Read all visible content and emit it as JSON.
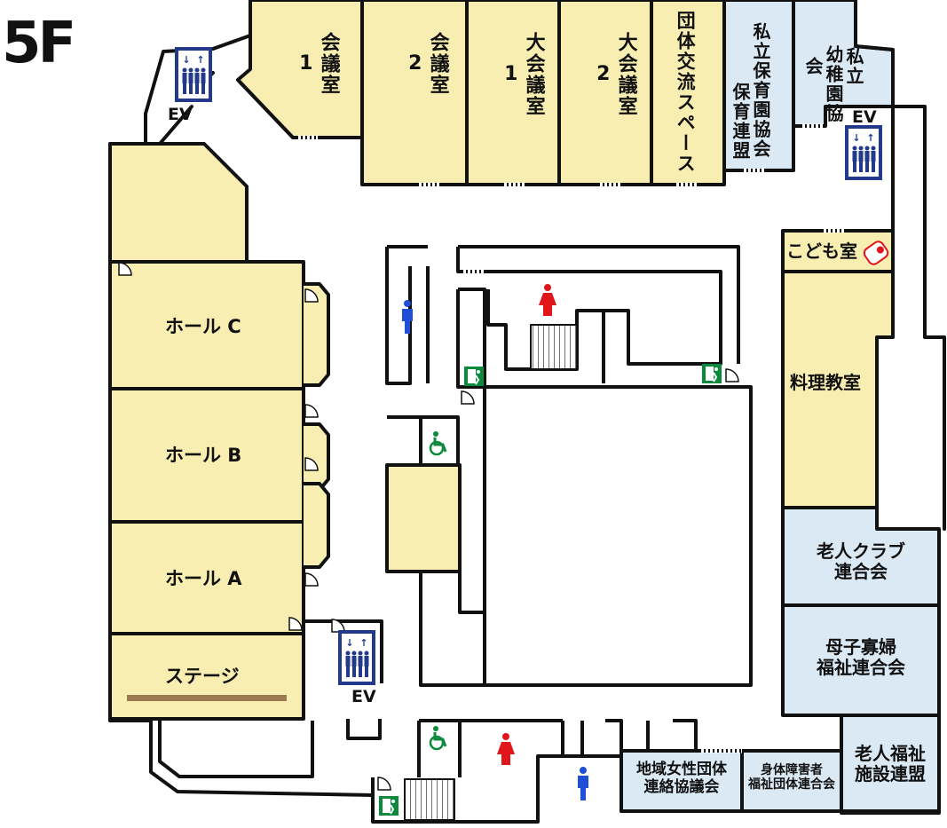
{
  "floor": "5F",
  "elevator_label": "EV",
  "rooms": {
    "conf1": {
      "name": "会議室",
      "num": "1"
    },
    "conf2": {
      "name": "会議室",
      "num": "2"
    },
    "bigconf1": {
      "name": "大会議室",
      "num": "1"
    },
    "bigconf2": {
      "name": "大会議室",
      "num": "2"
    },
    "exchange": {
      "name": "団体交流スペース"
    },
    "nursery_private": {
      "line1": "私立保育園協会",
      "line2": "保育連盟"
    },
    "kinder_private": {
      "line1": "私立",
      "line2": "幼稚園協会"
    },
    "kids": {
      "name": "こども室"
    },
    "cooking": {
      "name": "料理教室"
    },
    "seniors_club": {
      "line1": "老人クラブ",
      "line2": "連合会"
    },
    "single_parent": {
      "line1": "母子寡婦",
      "line2": "福祉連合会"
    },
    "seniors_welfare": {
      "line1": "老人福祉",
      "line2": "施設連盟"
    },
    "disabled": {
      "line1": "身体障害者",
      "line2": "福祉団体連合会"
    },
    "women": {
      "line1": "地域女性団体",
      "line2": "連絡協議会"
    },
    "hall_c": {
      "name": "ホール C"
    },
    "hall_b": {
      "name": "ホール B"
    },
    "hall_a": {
      "name": "ホール A"
    },
    "stage": {
      "name": "ステージ"
    }
  },
  "colors": {
    "room_yellow": "#f8eeb2",
    "room_blue": "#dbe9f5",
    "wall": "#111111",
    "ev_blue": "#233a8c",
    "male_icon": "#1f4fd6",
    "female_icon": "#e0161b",
    "accessible_icon": "#0b8a3b",
    "exit_icon": "#0b8a3b",
    "stage_bar": "#9a7a4e"
  },
  "icons": [
    "elevator-icon",
    "male-toilet-icon",
    "female-toilet-icon",
    "accessible-toilet-icon",
    "emergency-exit-icon",
    "baby-icon",
    "stairs-icon"
  ]
}
